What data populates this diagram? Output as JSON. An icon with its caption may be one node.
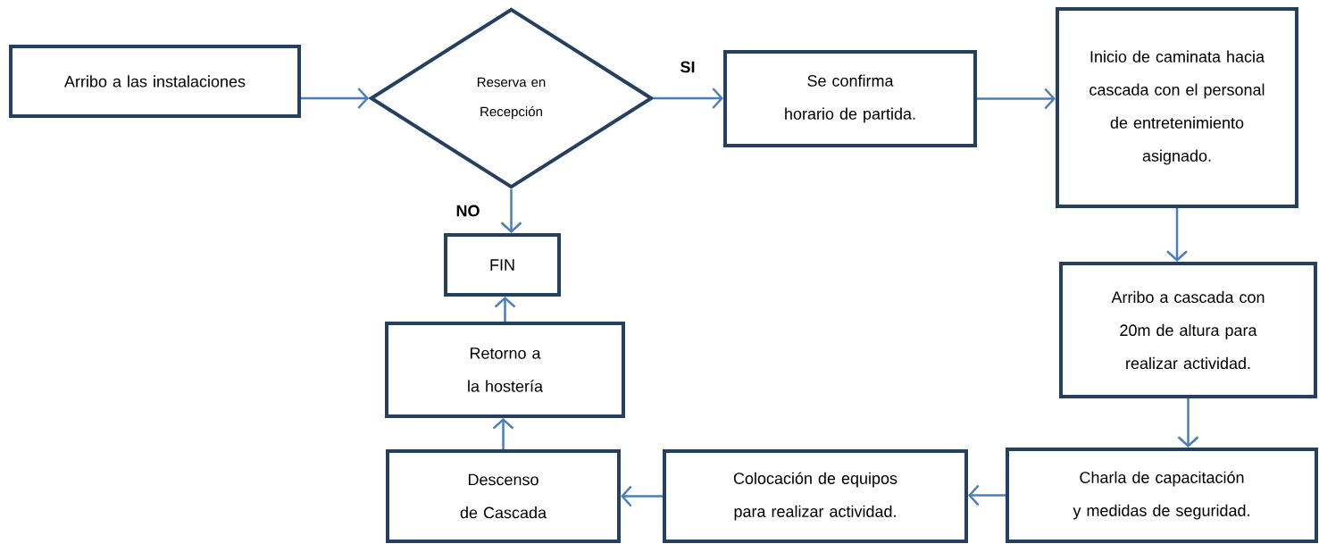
{
  "diagram": {
    "nodes": [
      {
        "text": [
          "Arribo a las instalaciones"
        ]
      },
      {
        "text": [
          "Reserva en Recepción"
        ]
      },
      {
        "text": [
          "Se confirma horario de partida."
        ]
      },
      {
        "text": [
          "Inicio de caminata hacia cascada con el personal de entretenimiento asignado."
        ]
      },
      {
        "text": [
          "FIN"
        ]
      },
      {
        "text": [
          "Retorno a la hostería"
        ]
      },
      {
        "text": [
          "Arribo a cascada con 20m de altura para realizar actividad."
        ]
      },
      {
        "text": [
          "Charla de capacitación y medidas de seguridad."
        ]
      },
      {
        "text": [
          "Colocación de equipos para realizar actividad."
        ]
      },
      {
        "text": [
          "Descenso de Cascada"
        ]
      }
    ],
    "edges": [
      {
        "from": 0,
        "to": 1,
        "arrow": "to"
      },
      {
        "from": 1,
        "to": 2,
        "arrow": "to",
        "label": "SI"
      },
      {
        "from": 2,
        "to": 3,
        "arrow": "to"
      },
      {
        "from": 3,
        "to": 6,
        "arrow": "to"
      },
      {
        "from": 6,
        "to": 7,
        "arrow": "to"
      },
      {
        "from": 7,
        "to": 8,
        "arrow": "to"
      },
      {
        "from": 8,
        "to": 9,
        "arrow": "to"
      },
      {
        "from": 9,
        "to": 5,
        "arrow": "to"
      },
      {
        "from": 5,
        "to": 4,
        "arrow": "to"
      },
      {
        "from": 1,
        "to": 4,
        "arrow": "to",
        "label": "NO"
      }
    ]
  }
}
